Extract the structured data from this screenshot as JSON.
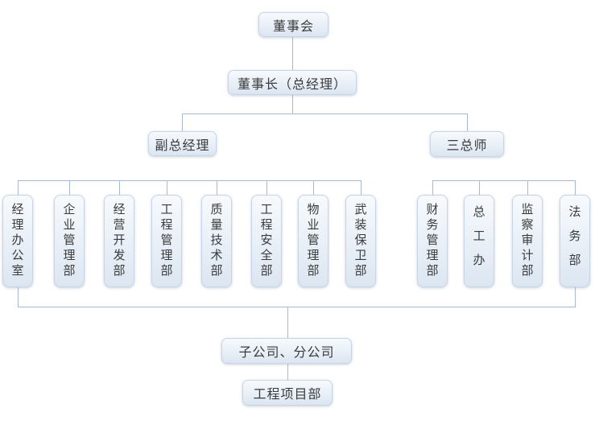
{
  "colors": {
    "connector": "#a8b9d5",
    "box_border": "#c7d5e7",
    "box_fill_top": "#f7fafd",
    "box_fill_bottom": "#dce6f1",
    "text": "#3b3b3b",
    "background": "#ffffff"
  },
  "org": {
    "board": {
      "label": "董事会"
    },
    "chairman": {
      "label": "董事长（总经理）"
    },
    "branches": [
      {
        "label": "副总经理",
        "departments": [
          {
            "label": "经理办公室"
          },
          {
            "label": "企业管理部"
          },
          {
            "label": "经营开发部"
          },
          {
            "label": "工程管理部"
          },
          {
            "label": "质量技术部"
          },
          {
            "label": "工程安全部"
          },
          {
            "label": "物业管理部"
          },
          {
            "label": "武装保卫部"
          }
        ]
      },
      {
        "label": "三总师",
        "departments": [
          {
            "label": "财务管理部"
          },
          {
            "label": "总工办"
          },
          {
            "label": "监察审计部"
          },
          {
            "label": "法务部"
          }
        ]
      }
    ],
    "subsidiaries": {
      "label": "子公司、分公司"
    },
    "project_department": {
      "label": "工程项目部"
    }
  }
}
